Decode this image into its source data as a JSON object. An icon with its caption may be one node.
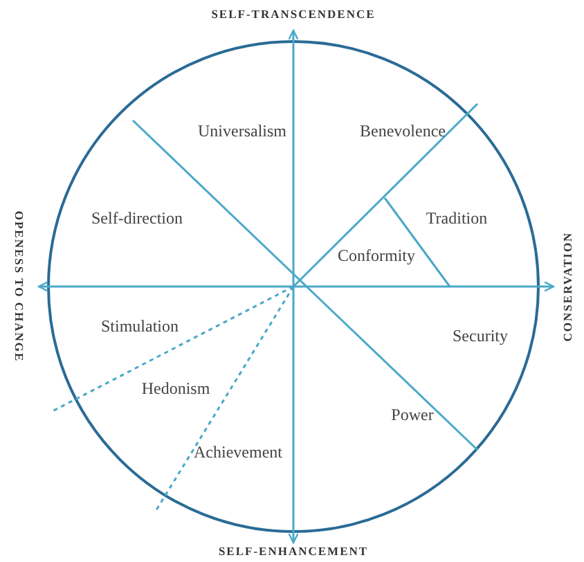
{
  "diagram": {
    "labels": [
      "SELF-TRANSCENDENCE",
      "OPENESS TO CHANGE",
      "CONSERVATION",
      "Universalism",
      "Benevolence",
      "Self-direction",
      "Tradition",
      "Conformity",
      "Stimulation",
      "Security",
      "Hedonism",
      "Power",
      "Achievement",
      "SELF-ENHANCEMENT"
    ]
  }
}
